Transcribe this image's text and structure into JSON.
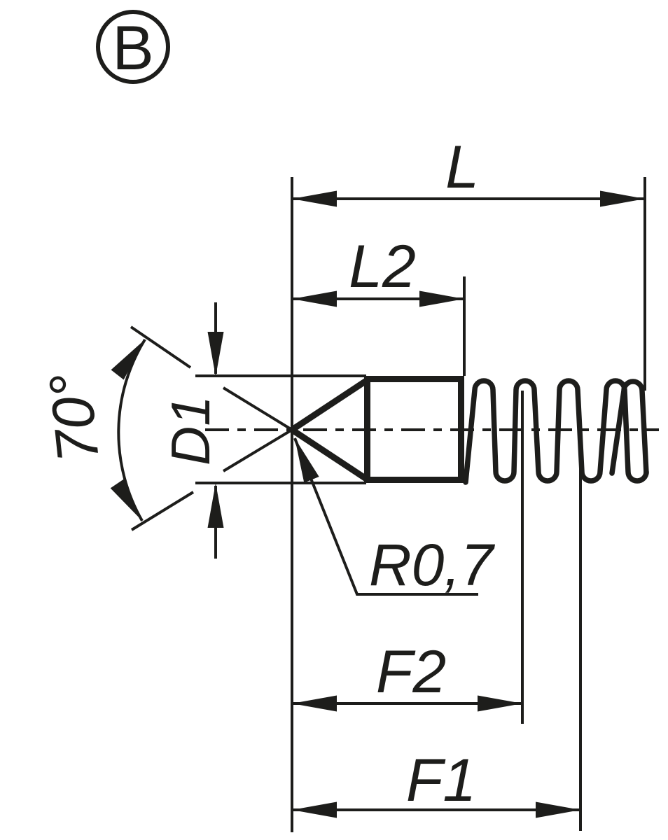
{
  "drawing": {
    "detail_label": "B",
    "dimensions": {
      "overall_length": "L",
      "tip_length": "L2",
      "tip_angle": "70°",
      "diameter": "D1",
      "tip_radius": "R0,7",
      "force_end": "F2",
      "force_start": "F1"
    },
    "colors": {
      "line": "#1d1d1b",
      "background": "#ffffff"
    }
  }
}
